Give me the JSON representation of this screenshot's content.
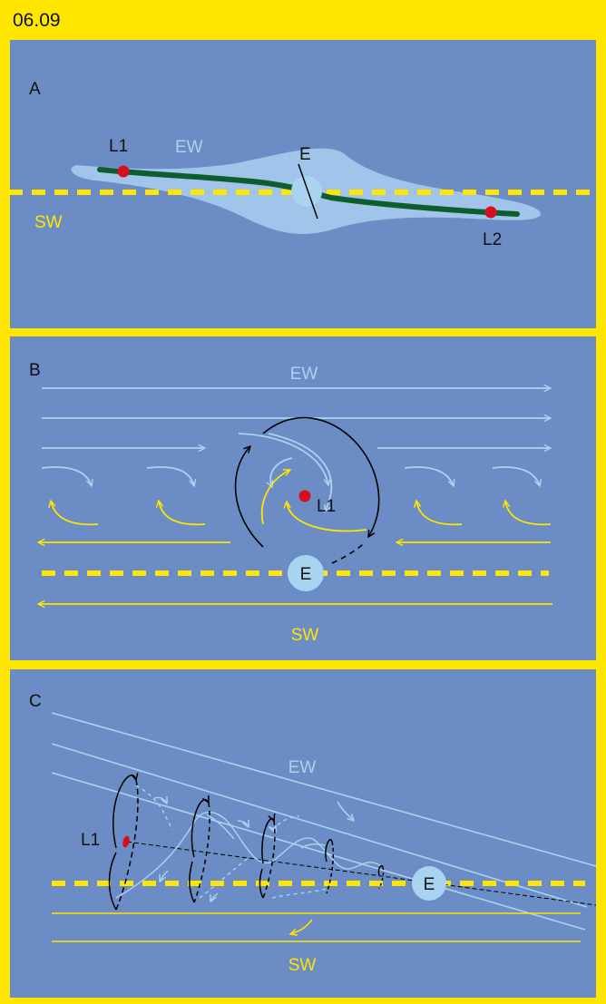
{
  "figure_number": "06.09",
  "colors": {
    "frame": "#ffe600",
    "panel_background": "#6b8cc4",
    "easterly_flow": "#a8d4f2",
    "westerly_flow": "#ffe600",
    "vortex_circulation": "#000000",
    "low_center": "#d4101e",
    "shear_axis": "#0d5e2e",
    "eddy_region": "#a0c4ea"
  },
  "panels": [
    {
      "label": "A",
      "labels": {
        "easterly": "EW",
        "westerly": "SW",
        "eddy": "E",
        "low_1": "L1",
        "low_2": "L2"
      }
    },
    {
      "label": "B",
      "labels": {
        "easterly": "EW",
        "westerly": "SW",
        "eddy": "E",
        "low_1": "L1"
      }
    },
    {
      "label": "C",
      "labels": {
        "easterly": "EW",
        "westerly": "SW",
        "eddy": "E",
        "low_1": "L1"
      }
    }
  ]
}
